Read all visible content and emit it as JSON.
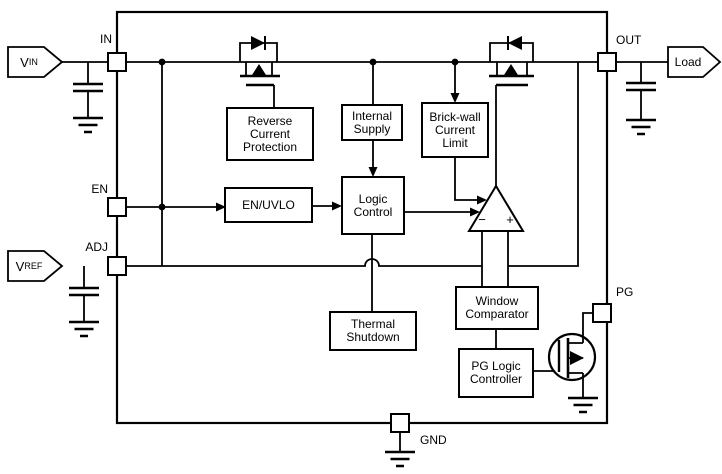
{
  "ports": {
    "vin_base": "V",
    "vin_sub": "IN",
    "vref_base": "V",
    "vref_sub": "REF",
    "load": "Load"
  },
  "pins": {
    "in": "IN",
    "en": "EN",
    "adj": "ADJ",
    "out": "OUT",
    "pg": "PG",
    "gnd": "GND"
  },
  "blocks": {
    "reverse_current_protection": "Reverse Current Protection",
    "internal_supply": "Internal Supply",
    "brick_wall_current_limit": "Brick-wall Current Limit",
    "en_uvlo": "EN/UVLO",
    "logic_control": "Logic Control",
    "thermal_shutdown": "Thermal Shutdown",
    "window_comparator": "Window Comparator",
    "pg_logic_controller": "PG Logic Controller"
  },
  "amp": {
    "minus": "−",
    "plus": "+"
  },
  "colors": {
    "line": "#000000",
    "background": "#ffffff"
  }
}
